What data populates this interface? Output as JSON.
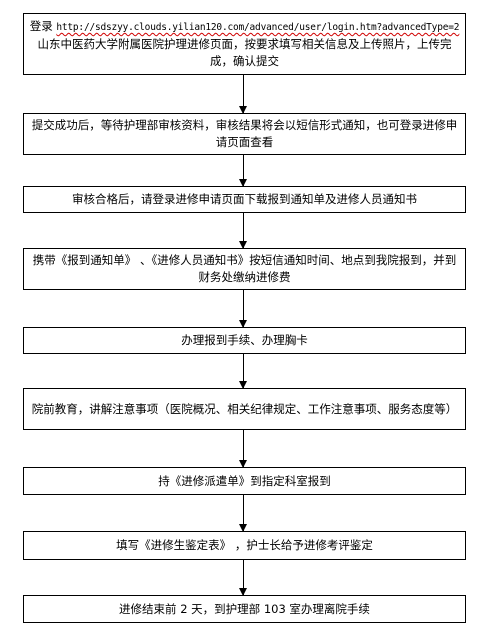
{
  "steps": [
    {
      "prefix": "登录",
      "url": "http://sdszyy.clouds.yilian120.com/advanced/user/login.htm?advancedType=2",
      "text": "山东中医药大学附属医院护理进修页面，按要求填写相关信息及上传照片，上传完成，确认提交"
    },
    {
      "text": "提交成功后，等待护理部审核资料，审核结果将会以短信形式通知，也可登录进修申请页面查看"
    },
    {
      "text": "审核合格后，请登录进修申请页面下载报到通知单及进修人员通知书"
    },
    {
      "text": "携带《报到通知单》 、《进修人员通知书》按短信通知时间、地点到我院报到，并到财务处缴纳进修费"
    },
    {
      "text": "办理报到手续、办理胸卡"
    },
    {
      "text": "院前教育，讲解注意事项（医院概况、相关纪律规定、工作注意事项、服务态度等）"
    },
    {
      "text": "持《进修派遣单》到指定科室报到"
    },
    {
      "text": "填写《进修生鉴定表》 ，护士长给予进修考评鉴定"
    },
    {
      "text": "进修结束前 2 天，到护理部 103 室办理离院手续"
    }
  ]
}
